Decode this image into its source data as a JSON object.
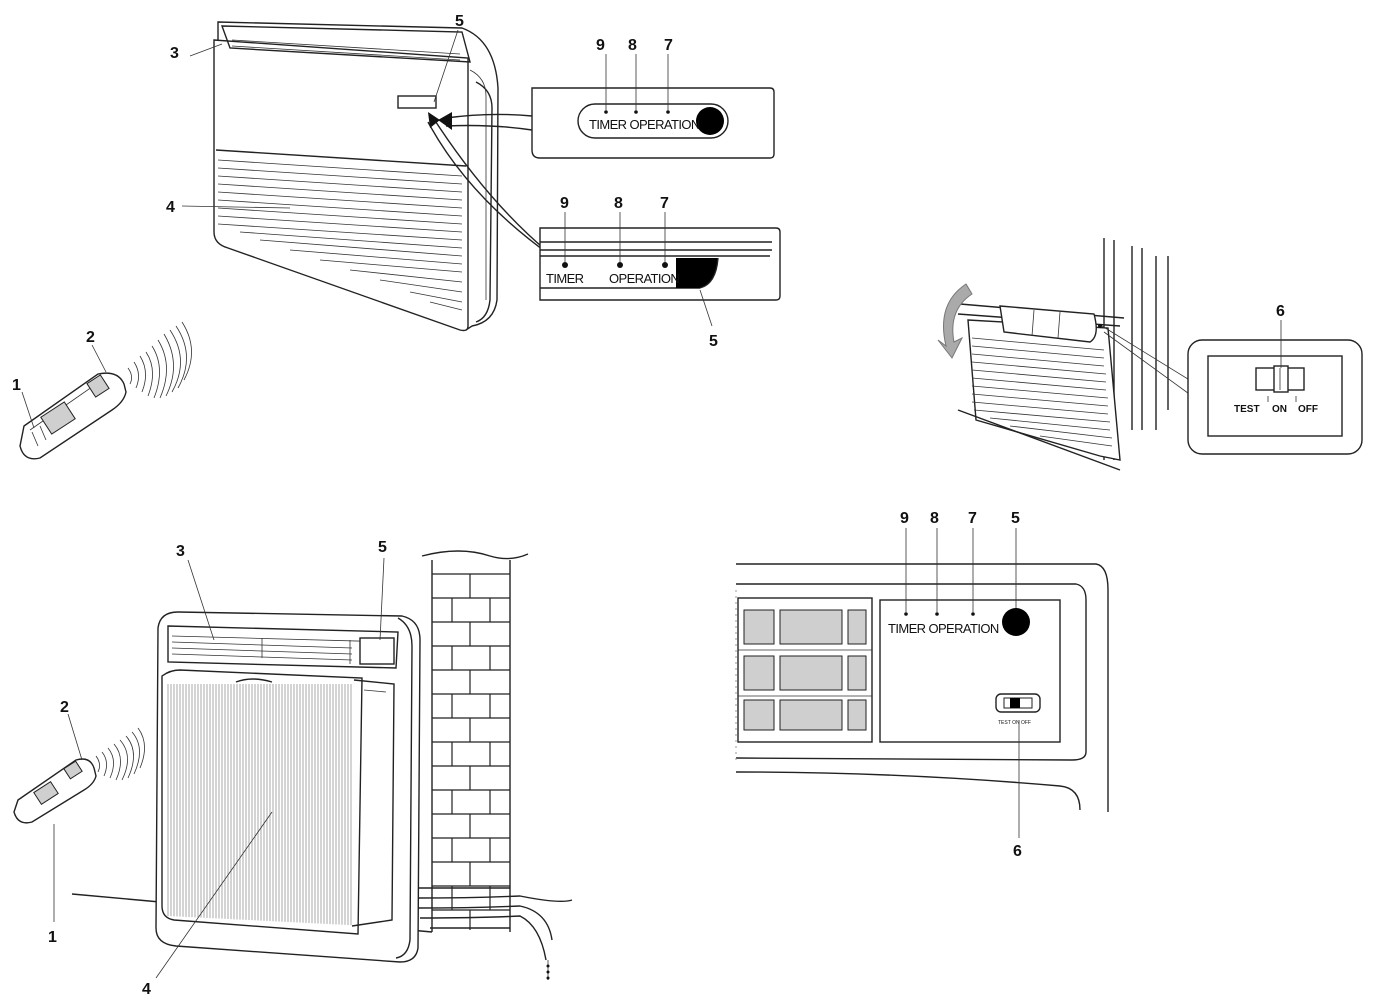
{
  "callouts": {
    "n1": "1",
    "n2": "2",
    "n3": "3",
    "n4": "4",
    "n5": "5",
    "n6": "6",
    "n7": "7",
    "n8": "8",
    "n9": "9"
  },
  "indicator_panel": {
    "timer": "TIMER",
    "operation": "OPERATION",
    "timer_operation": "TIMER OPERATION"
  },
  "test_switch": {
    "test": "TEST",
    "on": "ON",
    "off": "OFF",
    "small_label": "TEST ON OFF"
  },
  "icons": {
    "indoor_unit_ceiling": "ceiling-floor-unit-illustration",
    "indoor_unit_floor": "floor-console-unit-illustration",
    "remote": "remote-control-icon",
    "signal": "infrared-signal-icon",
    "arrow": "open-cover-arrow-icon",
    "receiver": "signal-receiver-icon"
  }
}
